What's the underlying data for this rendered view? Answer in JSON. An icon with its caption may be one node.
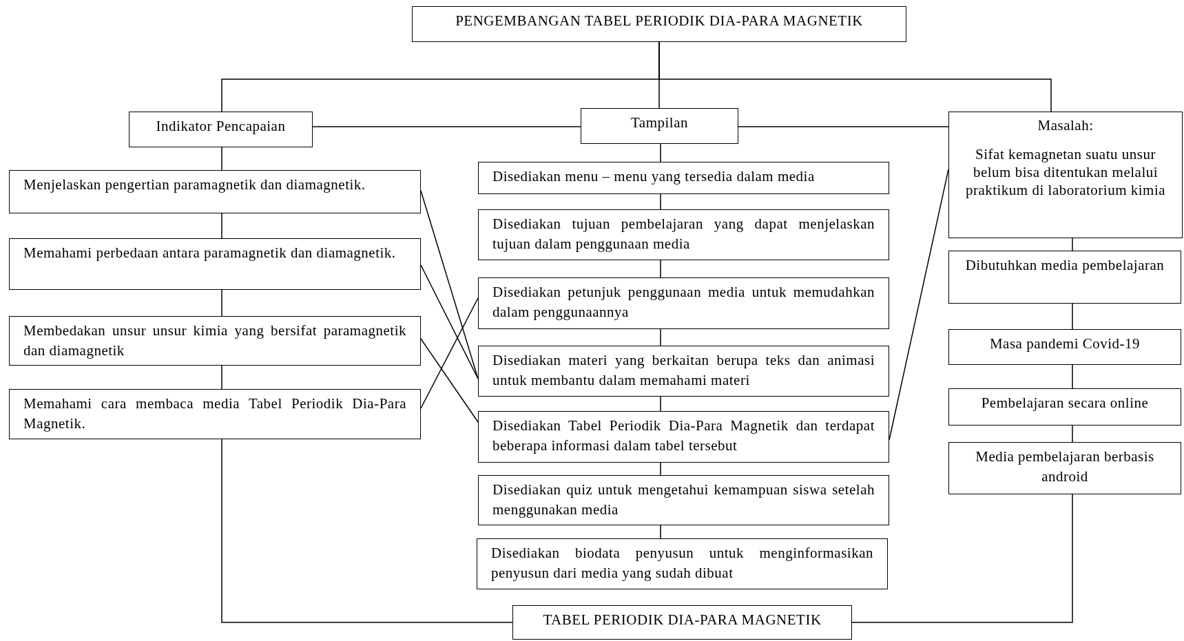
{
  "diagram": {
    "nodes": [
      {
        "text": [
          "PENGEMBANGAN TABEL PERIODIK DIA-PARA MAGNETIK"
        ]
      },
      {
        "text": [
          "Indikator Pencapaian"
        ]
      },
      {
        "text": [
          "Tampilan"
        ]
      },
      {
        "text": [
          "Masalah:",
          "Sifat kemagnetan suatu unsur belum bisa ditentukan melalui praktikum di laboratorium kimia"
        ]
      },
      {
        "text": [
          "Menjelaskan pengertian paramagnetik dan diamagnetik."
        ]
      },
      {
        "text": [
          "Memahami perbedaan antara paramagnetik dan diamagnetik."
        ]
      },
      {
        "text": [
          "Membedakan unsur unsur kimia yang bersifat paramagnetik dan diamagnetik"
        ]
      },
      {
        "text": [
          "Memahami cara membaca media Tabel Periodik Dia-Para Magnetik."
        ]
      },
      {
        "text": [
          "Disediakan menu – menu yang tersedia dalam media"
        ]
      },
      {
        "text": [
          "Disediakan tujuan pembelajaran yang dapat menjelaskan tujuan dalam penggunaan media"
        ]
      },
      {
        "text": [
          "Disediakan petunjuk penggunaan media untuk memudahkan dalam penggunaannya"
        ]
      },
      {
        "text": [
          "Disediakan materi yang berkaitan berupa teks dan animasi untuk membantu dalam memahami materi"
        ]
      },
      {
        "text": [
          "Disediakan Tabel Periodik Dia-Para Magnetik dan terdapat beberapa informasi dalam tabel tersebut"
        ]
      },
      {
        "text": [
          "Disediakan quiz untuk mengetahui kemampuan siswa setelah menggunakan media"
        ]
      },
      {
        "text": [
          "Disediakan biodata penyusun untuk menginformasikan penyusun dari media yang sudah dibuat"
        ]
      },
      {
        "text": [
          "Dibutuhkan media pembelajaran"
        ]
      },
      {
        "text": [
          "Masa pandemi Covid-19"
        ]
      },
      {
        "text": [
          "Pembelajaran secara online"
        ]
      },
      {
        "text": [
          "Media pembelajaran berbasis android"
        ]
      },
      {
        "text": [
          "TABEL PERIODIK DIA-PARA MAGNETIK"
        ]
      }
    ],
    "edges": [
      {
        "from": 0,
        "to": 1,
        "arrow": "none"
      },
      {
        "from": 0,
        "to": 2,
        "arrow": "none"
      },
      {
        "from": 0,
        "to": 3,
        "arrow": "none"
      },
      {
        "from": 1,
        "to": 2,
        "arrow": "none"
      },
      {
        "from": 2,
        "to": 3,
        "arrow": "none"
      },
      {
        "from": 1,
        "to": 4,
        "arrow": "none"
      },
      {
        "from": 4,
        "to": 5,
        "arrow": "none"
      },
      {
        "from": 5,
        "to": 6,
        "arrow": "none"
      },
      {
        "from": 6,
        "to": 7,
        "arrow": "none"
      },
      {
        "from": 7,
        "to": 19,
        "arrow": "none"
      },
      {
        "from": 2,
        "to": 8,
        "arrow": "none"
      },
      {
        "from": 8,
        "to": 9,
        "arrow": "none"
      },
      {
        "from": 9,
        "to": 10,
        "arrow": "none"
      },
      {
        "from": 10,
        "to": 11,
        "arrow": "none"
      },
      {
        "from": 11,
        "to": 12,
        "arrow": "none"
      },
      {
        "from": 12,
        "to": 13,
        "arrow": "none"
      },
      {
        "from": 13,
        "to": 14,
        "arrow": "none"
      },
      {
        "from": 3,
        "to": 15,
        "arrow": "none"
      },
      {
        "from": 15,
        "to": 16,
        "arrow": "none"
      },
      {
        "from": 16,
        "to": 17,
        "arrow": "none"
      },
      {
        "from": 17,
        "to": 18,
        "arrow": "none"
      },
      {
        "from": 18,
        "to": 19,
        "arrow": "none"
      },
      {
        "from": 4,
        "to": 11,
        "arrow": "none"
      },
      {
        "from": 5,
        "to": 11,
        "arrow": "none"
      },
      {
        "from": 6,
        "to": 12,
        "arrow": "none"
      },
      {
        "from": 7,
        "to": 10,
        "arrow": "none"
      },
      {
        "from": 3,
        "to": 12,
        "arrow": "none"
      }
    ]
  }
}
